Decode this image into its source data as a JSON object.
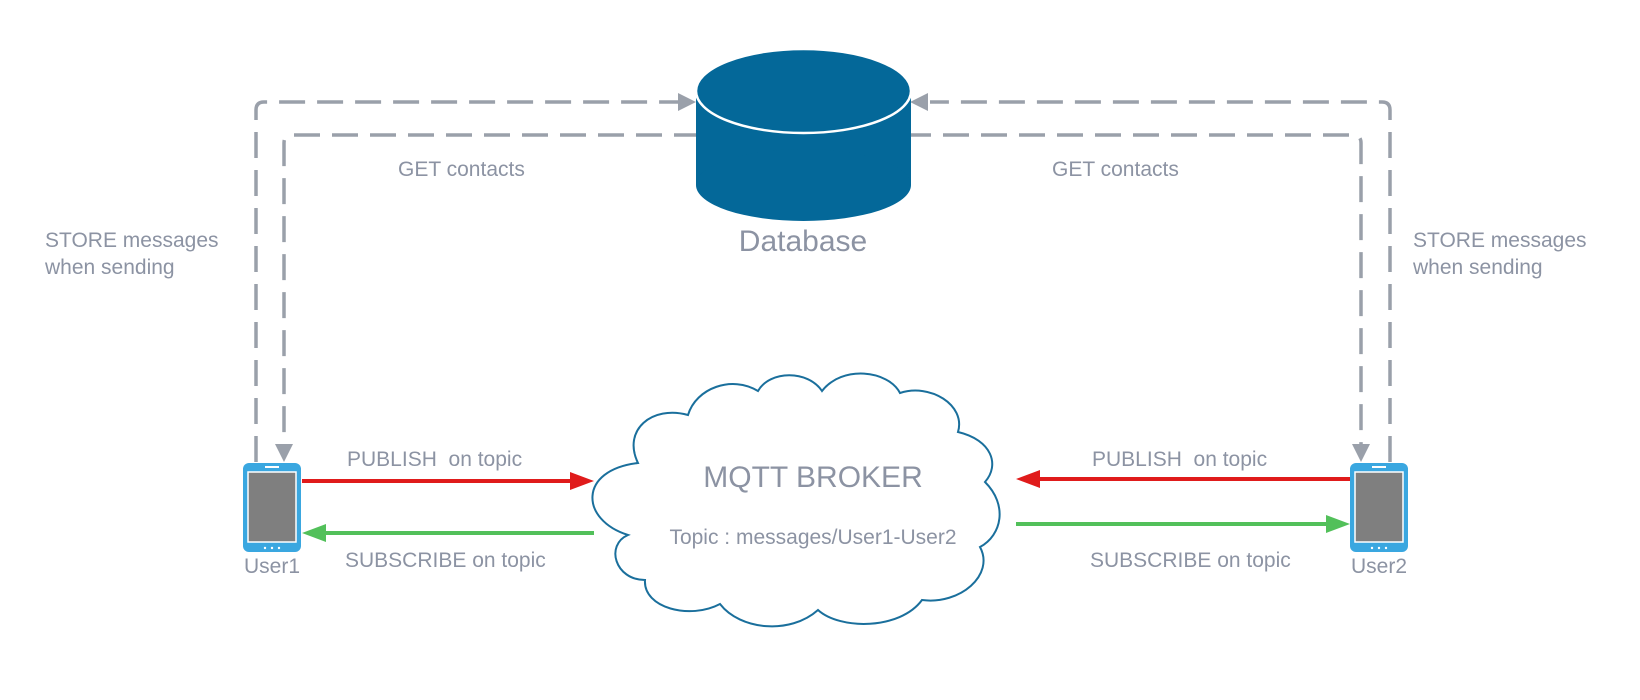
{
  "database": {
    "label": "Database"
  },
  "broker": {
    "title": "MQTT BROKER",
    "topic": "Topic : messages/User1-User2"
  },
  "users": [
    {
      "label": "User1"
    },
    {
      "label": "User2"
    }
  ],
  "labels": {
    "get_contacts_left": "GET contacts",
    "get_contacts_right": "GET contacts",
    "store_left_line1": "STORE messages",
    "store_left_line2": "when sending",
    "store_right_line1": "STORE messages",
    "store_right_line2": "when sending",
    "publish_left": "PUBLISH  on topic",
    "subscribe_left": "SUBSCRIBE on topic",
    "publish_right": "PUBLISH  on topic",
    "subscribe_right": "SUBSCRIBE on topic"
  },
  "colors": {
    "database": "#046899",
    "broker_stroke": "#1a6f9c",
    "dashed": "#9aa0aa",
    "publish": "#e01b1b",
    "subscribe": "#52c05a",
    "phone_frame": "#3aa7e0",
    "phone_screen": "#7f7f7f",
    "text": "#8c93a3"
  }
}
